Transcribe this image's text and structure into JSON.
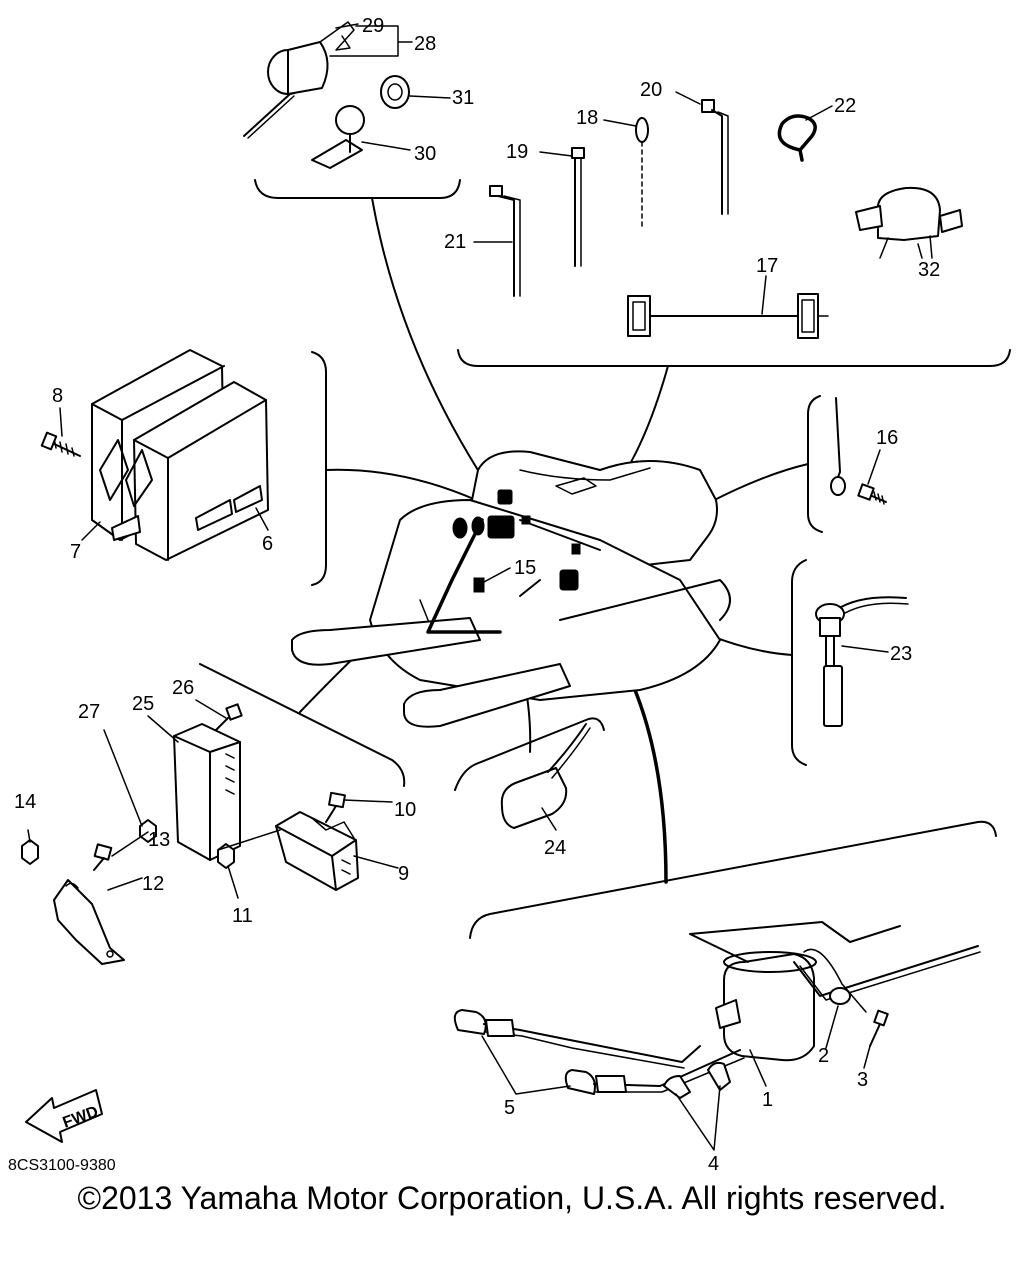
{
  "labels": {
    "n1": "1",
    "n2": "2",
    "n3": "3",
    "n4": "4",
    "n5": "5",
    "n6": "6",
    "n7": "7",
    "n8": "8",
    "n9": "9",
    "n10": "10",
    "n11": "11",
    "n12": "12",
    "n13": "13",
    "n14": "14",
    "n15": "15",
    "n16": "16",
    "n17": "17",
    "n18": "18",
    "n19": "19",
    "n20": "20",
    "n21": "21",
    "n22": "22",
    "n23": "23",
    "n24": "24",
    "n25": "25",
    "n26": "26",
    "n27": "27",
    "n28": "28",
    "n29": "29",
    "n30": "30",
    "n31": "31",
    "n32": "32"
  },
  "fwd_arrow_text": "FWD",
  "diagram_code": "8CS3100-9380",
  "copyright": "©2013 Yamaha Motor Corporation, U.S.A. All rights reserved."
}
